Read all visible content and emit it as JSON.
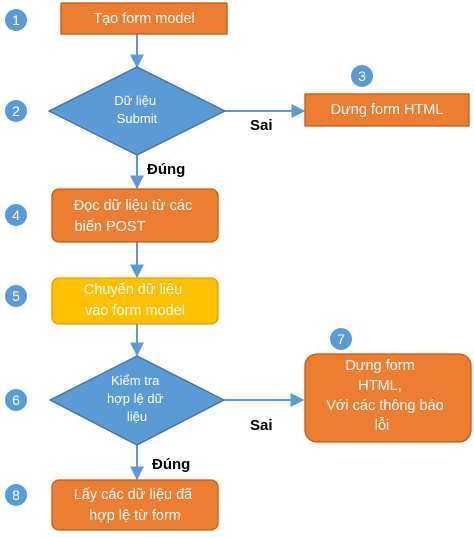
{
  "colors": {
    "process": "#ED7D31",
    "process_border": "#C55A11",
    "highlight": "#FFC000",
    "highlight_border": "#D9A300",
    "decision": "#5B9BD5",
    "decision_border": "#41719C",
    "step_circle": "#5B9BD5",
    "arrow": "#5B9BD5"
  },
  "nodes": {
    "n1": {
      "step": "1",
      "lines": [
        "Tạo form model"
      ]
    },
    "n2": {
      "step": "2",
      "lines": [
        "Dữ liệu",
        "Submit"
      ]
    },
    "n3": {
      "step": "3",
      "lines": [
        "Dựng  form HTML"
      ]
    },
    "n4": {
      "step": "4",
      "lines": [
        "Đọc dữ liệu từ các",
        "biến POST"
      ]
    },
    "n5": {
      "step": "5",
      "lines": [
        "Chuyển dữ liệu",
        "vào form model"
      ]
    },
    "n6": {
      "step": "6",
      "lines": [
        "Kiểm tra",
        "hợp lệ dữ",
        "liệu"
      ]
    },
    "n7": {
      "step": "7",
      "lines": [
        "Dựng  form",
        "HTML,",
        "Với các thông báo",
        "lỗi"
      ]
    },
    "n8": {
      "step": "8",
      "lines": [
        "Lấy các dữ liệu đã",
        "hợp lệ từ form"
      ]
    }
  },
  "edges": {
    "e2_3": {
      "label": "Sai"
    },
    "e2_4": {
      "label": "Đúng"
    },
    "e6_7": {
      "label": "Sai"
    },
    "e6_8": {
      "label": "Đúng"
    }
  }
}
